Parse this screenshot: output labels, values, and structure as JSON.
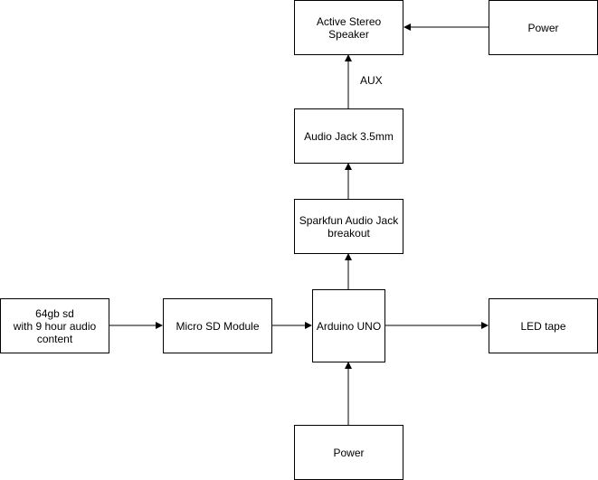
{
  "diagram": {
    "nodes": {
      "active_speaker": "Active Stereo\nSpeaker",
      "power_top": "Power",
      "audio_jack": "Audio Jack 3.5mm",
      "sparkfun": "Sparkfun Audio Jack\nbreakout",
      "sd_card": "64gb sd\nwith 9 hour audio\ncontent",
      "micro_sd": "Micro SD Module",
      "arduino": "Arduino UNO",
      "led_tape": "LED tape",
      "power_bottom": "Power"
    },
    "edge_labels": {
      "aux": "AUX"
    },
    "colors": {
      "stroke": "#000000",
      "fill": "#ffffff"
    }
  }
}
